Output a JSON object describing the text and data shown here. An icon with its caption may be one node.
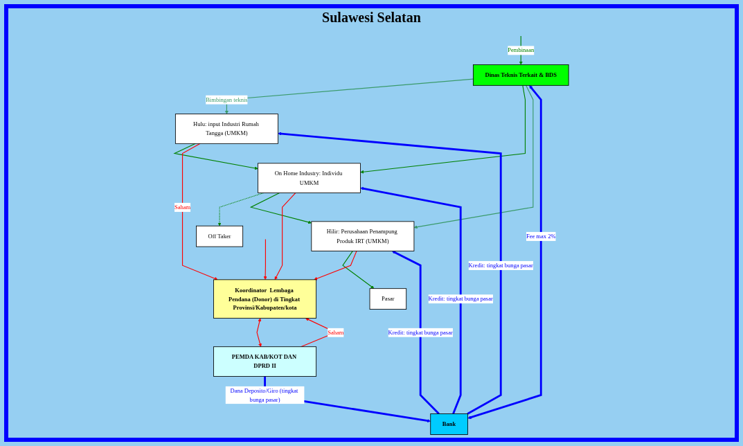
{
  "diagram": {
    "title": "Sulawesi Selatan",
    "nodes": [
      {
        "text": [
          "Dinas Teknis Terkait & BDS"
        ]
      },
      {
        "text": [
          "Hulu: input Industri Rumah Tangga (UMKM)"
        ]
      },
      {
        "text": [
          "On Home Industry: Individu UMKM"
        ]
      },
      {
        "text": [
          "Off Taker"
        ]
      },
      {
        "text": [
          "Hilir: Perusahaan Penampung Produk IRT (UMKM)"
        ]
      },
      {
        "text": [
          "Bank"
        ]
      },
      {
        "text": [
          "Pasar"
        ]
      },
      {
        "text": [
          "Koordinator  Lembaga Pendana (Donor) di Tingkat Provinsi/Kabupaten/kota"
        ]
      },
      {
        "text": [
          "PEMDA KAB/KOT DAN DPRD II"
        ]
      }
    ],
    "edges": [
      {
        "from": null,
        "to": 0,
        "arrow": "to",
        "label": "Pembinaan"
      },
      {
        "from": 5,
        "to": 0,
        "arrow": "both",
        "label": "Fee max 2%",
        "style": "thick",
        "color": "#0000ff"
      },
      {
        "from": 0,
        "to": 1,
        "arrow": "to",
        "label": "Bimbingan teknis",
        "color": "#3a9a6a"
      },
      {
        "from": 0,
        "to": 2,
        "arrow": "to"
      },
      {
        "from": 0,
        "to": 4,
        "arrow": "to",
        "color": "#3a9a6a"
      },
      {
        "from": 1,
        "to": 2,
        "arrow": "to"
      },
      {
        "from": 2,
        "to": 3,
        "arrow": "to",
        "style": "dashed"
      },
      {
        "from": 2,
        "to": 4,
        "arrow": "to"
      },
      {
        "from": 4,
        "to": 6,
        "arrow": "to"
      },
      {
        "from": 5,
        "to": 1,
        "arrow": "to",
        "label": "Kredit: tingkat bunga pasar",
        "style": "thick",
        "color": "#0000ff"
      },
      {
        "from": 5,
        "to": 2,
        "arrow": "to",
        "label": "Kredit: tingkat bunga pasar",
        "style": "thick",
        "color": "#0000ff"
      },
      {
        "from": 5,
        "to": 4,
        "arrow": "to",
        "label": "Kredit: tingkat bunga pasar",
        "style": "thick",
        "color": "#0000ff"
      },
      {
        "from": 8,
        "to": 5,
        "arrow": "to",
        "label": "Dana Deposito/Giro (tingkat bunga pasar)",
        "style": "thick",
        "color": "#0000ff"
      },
      {
        "from": null,
        "to": 7,
        "arrow": "to",
        "color": "#ff0000"
      },
      {
        "from": 1,
        "to": 7,
        "arrow": "to",
        "label": "Saham",
        "color": "#ff0000"
      },
      {
        "from": 2,
        "to": 7,
        "arrow": "to",
        "color": "#ff0000"
      },
      {
        "from": 4,
        "to": 7,
        "arrow": "to",
        "color": "#ff0000"
      },
      {
        "from": 8,
        "to": 7,
        "arrow": "to",
        "label": "Saham",
        "color": "#ff0000"
      },
      {
        "from": 7,
        "to": 8,
        "arrow": "both",
        "color": "#ff0000"
      }
    ]
  }
}
